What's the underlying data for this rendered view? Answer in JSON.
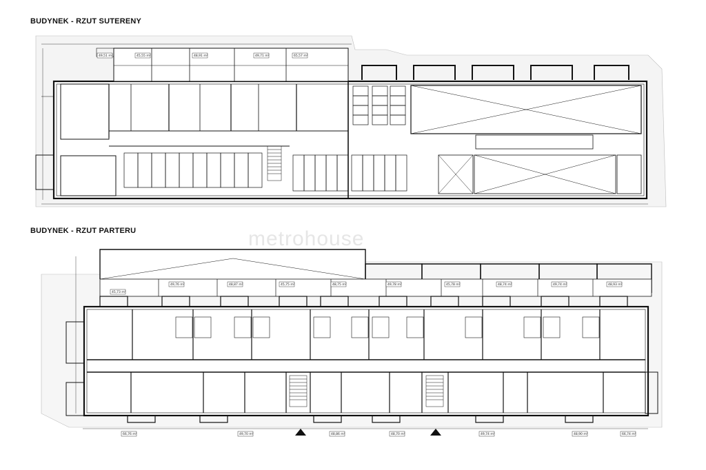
{
  "titles": {
    "basement": "BUDYNEK  - RZUT SUTERENY",
    "ground": "BUDYNEK - RZUT PARTERU"
  },
  "watermark": "metrohouse",
  "basement_unit_areas": [
    "49,51 m²",
    "45,55 m²",
    "48,91 m²",
    "49,71 m²",
    "65,57 m²"
  ],
  "ground_unit_areas_top": [
    "45,73 m²",
    "49,76 m²",
    "48,87 m²",
    "45,75 m²",
    "48,75 m²",
    "49,78 m²",
    "45,78 m²",
    "48,74 m²",
    "49,74 m²",
    "48,93 m²"
  ],
  "ground_unit_areas_bottom": [
    "66,76 m²",
    "49,70 m²",
    "48,86 m²",
    "48,70 m²",
    "49,74 m²",
    "48,90 m²",
    "66,74 m²"
  ],
  "colors": {
    "line": "#111111",
    "background": "#ffffff",
    "hatch": "#e9e9e9",
    "watermark": "#e6e6e6"
  }
}
